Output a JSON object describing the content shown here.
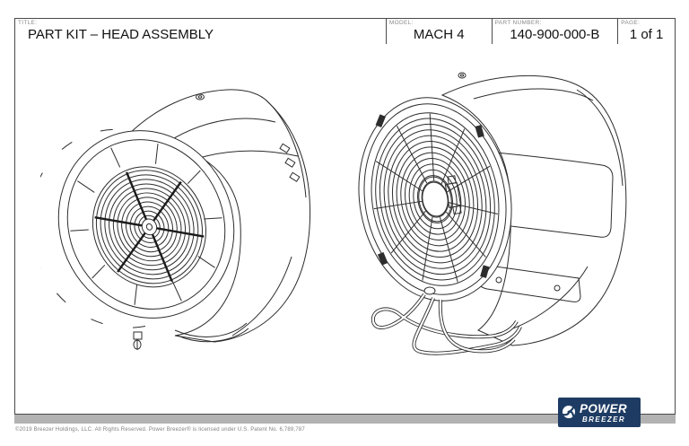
{
  "header": {
    "title_label": "TITLE:",
    "title_value": "PART KIT – HEAD ASSEMBLY",
    "model_label": "MODEL:",
    "model_value": "MACH 4",
    "part_number_label": "PART NUMBER:",
    "part_number_value": "140-900-000-B",
    "page_label": "PAGE:",
    "page_value": "1 of 1"
  },
  "drawings": {
    "left_view": "head assembly — isometric rear-left view with intake grille",
    "right_view": "head assembly — front fan-guard view with power cables"
  },
  "footer": {
    "copyright": "©2019 Breezer Holdings, LLC.  All Rights Reserved.  Power Breezer® is licensed under U.S. Patent No. 6,789,787",
    "logo": {
      "line1": "POWER",
      "line2": "BREEZER",
      "icon": "fan-swirl-icon",
      "navy": "#1e3c63",
      "text_color": "#ffffff"
    }
  },
  "colors": {
    "line": "#2d2d2d",
    "border": "#4a4a4a",
    "footer_bar": "#b2b2b2",
    "label_gray": "#8a8a8a"
  }
}
